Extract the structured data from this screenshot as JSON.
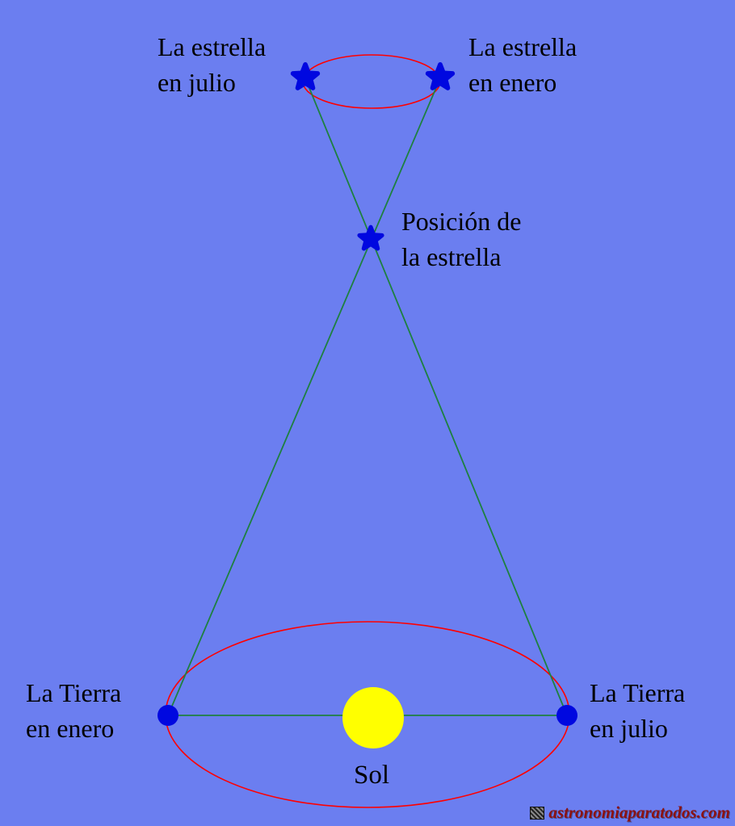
{
  "diagram": {
    "description": "Stellar parallax diagram (Spanish)",
    "background_color": "#6b7ef0",
    "colors": {
      "sightline_green": "#1e8040",
      "orbit_red": "#ff0000",
      "star_blue": "#0008e0",
      "earth_blue": "#0008e0",
      "sun_yellow": "#ffff00",
      "label_black": "#000000",
      "watermark_dark_red": "#8b1212"
    },
    "labels": {
      "star_july": "La estrella\nen julio",
      "star_january": "La estrella\nen enero",
      "star_position": "Posición de\nla estrella",
      "earth_january": "La Tierra\nen enero",
      "earth_july": "La Tierra\nen julio",
      "sun": "Sol"
    },
    "watermark": "astronomiaparatodos.com"
  }
}
